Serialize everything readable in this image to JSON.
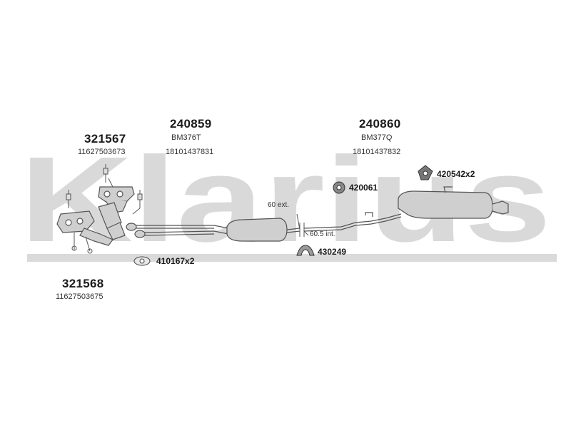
{
  "watermark": {
    "text": "Klarius",
    "color": "#d9d9d9"
  },
  "colors": {
    "line": "#555555",
    "fill": "#cfcfcf",
    "text": "#1a1a1a"
  },
  "parts": {
    "p321567": {
      "number": "321567",
      "oem": "11627503673"
    },
    "p321568": {
      "number": "321568",
      "oem": "11627503675"
    },
    "p240859": {
      "number": "240859",
      "code": "BM376T",
      "oem": "18101437831"
    },
    "p240860": {
      "number": "240860",
      "code": "BM377Q",
      "oem": "18101437832"
    }
  },
  "accessories": {
    "a420542": {
      "label": "420542x2",
      "icon": "rubber-mount-icon"
    },
    "a420061": {
      "label": "420061",
      "icon": "rubber-ring-icon"
    },
    "a430249": {
      "label": "430249",
      "icon": "clamp-icon"
    },
    "a410167": {
      "label": "410167x2",
      "icon": "gasket-icon"
    }
  },
  "notes": {
    "ext": "60 ext.",
    "int": "60.5 int."
  }
}
